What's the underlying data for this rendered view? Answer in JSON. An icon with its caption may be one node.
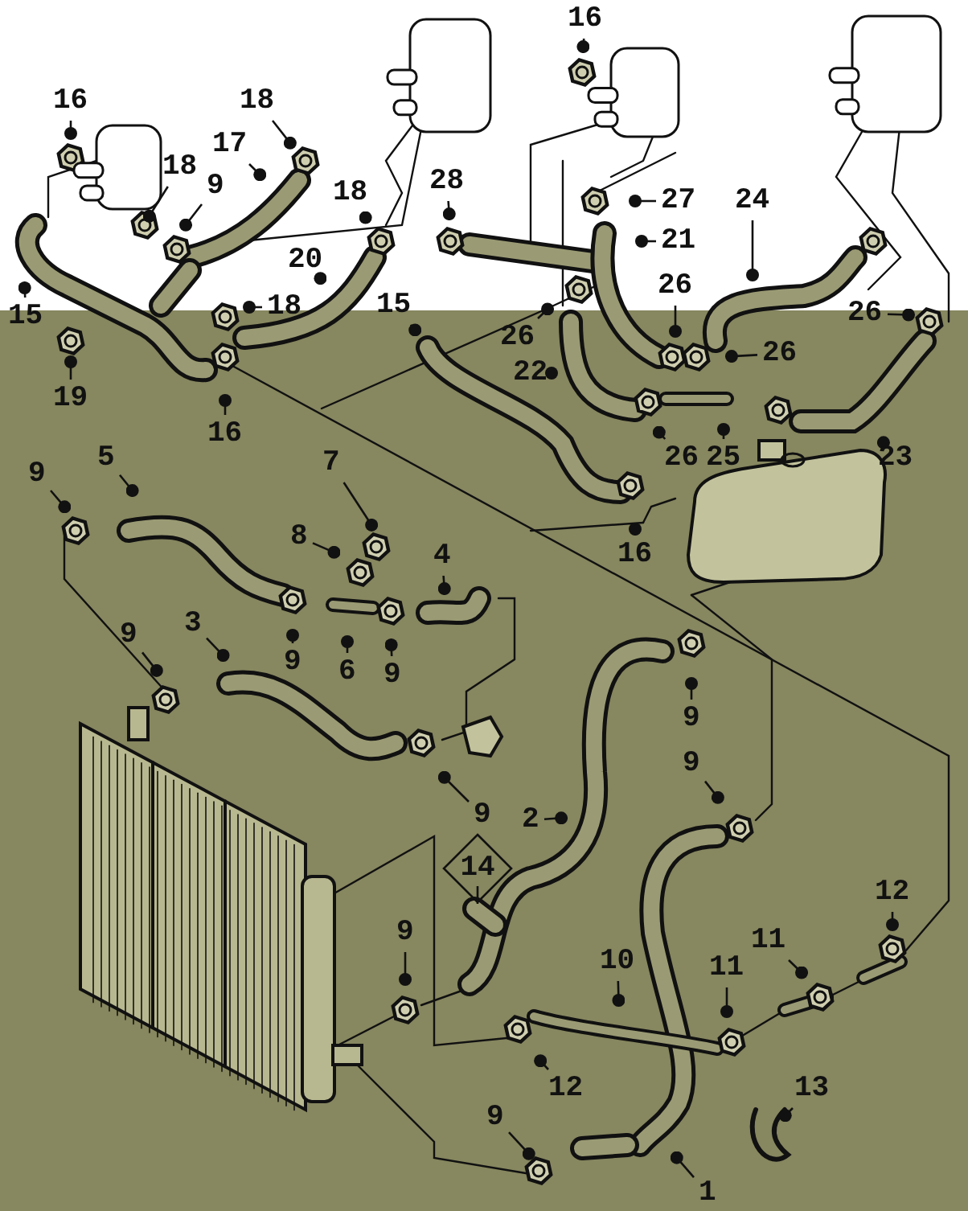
{
  "diagram": {
    "nodes": [
      {
        "text": [
          "16"
        ]
      },
      {
        "text": [
          "18"
        ]
      },
      {
        "text": [
          "17"
        ]
      },
      {
        "text": [
          "18"
        ]
      },
      {
        "text": [
          "9"
        ]
      },
      {
        "text": [
          "18"
        ]
      },
      {
        "text": [
          "28"
        ]
      },
      {
        "text": [
          "16"
        ]
      },
      {
        "text": [
          "27"
        ]
      },
      {
        "text": [
          "21"
        ]
      },
      {
        "text": [
          "24"
        ]
      },
      {
        "text": [
          "15"
        ]
      },
      {
        "text": [
          "20"
        ]
      },
      {
        "text": [
          "18"
        ]
      },
      {
        "text": [
          "15"
        ]
      },
      {
        "text": [
          "26"
        ]
      },
      {
        "text": [
          "26"
        ]
      },
      {
        "text": [
          "26"
        ]
      },
      {
        "text": [
          "26"
        ]
      },
      {
        "text": [
          "19"
        ]
      },
      {
        "text": [
          "16"
        ]
      },
      {
        "text": [
          "22"
        ]
      },
      {
        "text": [
          "26"
        ]
      },
      {
        "text": [
          "25"
        ]
      },
      {
        "text": [
          "23"
        ]
      },
      {
        "text": [
          "16"
        ]
      },
      {
        "text": [
          "9"
        ]
      },
      {
        "text": [
          "5"
        ]
      },
      {
        "text": [
          "7"
        ]
      },
      {
        "text": [
          "8"
        ]
      },
      {
        "text": [
          "4"
        ]
      },
      {
        "text": [
          "9"
        ]
      },
      {
        "text": [
          "6"
        ]
      },
      {
        "text": [
          "9"
        ]
      },
      {
        "text": [
          "9"
        ]
      },
      {
        "text": [
          "3"
        ]
      },
      {
        "text": [
          "9"
        ]
      },
      {
        "text": [
          "9"
        ]
      },
      {
        "text": [
          "9"
        ]
      },
      {
        "text": [
          "2"
        ]
      },
      {
        "text": [
          "14"
        ]
      },
      {
        "text": [
          "9"
        ]
      },
      {
        "text": [
          "12"
        ]
      },
      {
        "text": [
          "11"
        ]
      },
      {
        "text": [
          "10"
        ]
      },
      {
        "text": [
          "11"
        ]
      },
      {
        "text": [
          "12"
        ]
      },
      {
        "text": [
          "13"
        ]
      },
      {
        "text": [
          "9"
        ]
      },
      {
        "text": [
          "1"
        ]
      }
    ],
    "edges": [
      {
        "from": 0,
        "to": null,
        "arrow": "other"
      },
      {
        "from": 1,
        "to": null,
        "arrow": "other"
      },
      {
        "from": 2,
        "to": null,
        "arrow": "other"
      },
      {
        "from": 3,
        "to": null,
        "arrow": "other"
      },
      {
        "from": 4,
        "to": null,
        "arrow": "other"
      },
      {
        "from": 5,
        "to": null,
        "arrow": "other"
      },
      {
        "from": 6,
        "to": null,
        "arrow": "other"
      },
      {
        "from": 7,
        "to": null,
        "arrow": "other"
      },
      {
        "from": 8,
        "to": null,
        "arrow": "other"
      },
      {
        "from": 9,
        "to": null,
        "arrow": "other"
      },
      {
        "from": 10,
        "to": null,
        "arrow": "other"
      },
      {
        "from": 11,
        "to": null,
        "arrow": "other"
      },
      {
        "from": 12,
        "to": null,
        "arrow": "other"
      },
      {
        "from": 13,
        "to": null,
        "arrow": "other"
      },
      {
        "from": 14,
        "to": null,
        "arrow": "other"
      },
      {
        "from": 15,
        "to": null,
        "arrow": "other"
      },
      {
        "from": 16,
        "to": null,
        "arrow": "other"
      },
      {
        "from": 17,
        "to": null,
        "arrow": "other"
      },
      {
        "from": 18,
        "to": null,
        "arrow": "other"
      },
      {
        "from": 19,
        "to": null,
        "arrow": "other"
      },
      {
        "from": 20,
        "to": null,
        "arrow": "other"
      },
      {
        "from": 21,
        "to": null,
        "arrow": "other"
      },
      {
        "from": 22,
        "to": null,
        "arrow": "other"
      },
      {
        "from": 23,
        "to": null,
        "arrow": "other"
      },
      {
        "from": 24,
        "to": null,
        "arrow": "other"
      },
      {
        "from": 25,
        "to": null,
        "arrow": "other"
      },
      {
        "from": 26,
        "to": null,
        "arrow": "other"
      },
      {
        "from": 27,
        "to": null,
        "arrow": "other"
      },
      {
        "from": 28,
        "to": null,
        "arrow": "other"
      },
      {
        "from": 29,
        "to": null,
        "arrow": "other"
      },
      {
        "from": 30,
        "to": null,
        "arrow": "other"
      },
      {
        "from": 31,
        "to": null,
        "arrow": "other"
      },
      {
        "from": 32,
        "to": null,
        "arrow": "other"
      },
      {
        "from": 33,
        "to": null,
        "arrow": "other"
      },
      {
        "from": 34,
        "to": null,
        "arrow": "other"
      },
      {
        "from": 35,
        "to": null,
        "arrow": "other"
      },
      {
        "from": 36,
        "to": null,
        "arrow": "other"
      },
      {
        "from": 37,
        "to": null,
        "arrow": "other"
      },
      {
        "from": 38,
        "to": null,
        "arrow": "other"
      },
      {
        "from": 39,
        "to": null,
        "arrow": "other"
      },
      {
        "from": 40,
        "to": null,
        "arrow": "none"
      },
      {
        "from": 41,
        "to": null,
        "arrow": "other"
      },
      {
        "from": 42,
        "to": null,
        "arrow": "other"
      },
      {
        "from": 43,
        "to": null,
        "arrow": "other"
      },
      {
        "from": 44,
        "to": null,
        "arrow": "other"
      },
      {
        "from": 45,
        "to": null,
        "arrow": "other"
      },
      {
        "from": 46,
        "to": null,
        "arrow": "other"
      },
      {
        "from": 47,
        "to": null,
        "arrow": "other"
      },
      {
        "from": 48,
        "to": null,
        "arrow": "other"
      },
      {
        "from": 49,
        "to": null,
        "arrow": "other"
      }
    ]
  }
}
